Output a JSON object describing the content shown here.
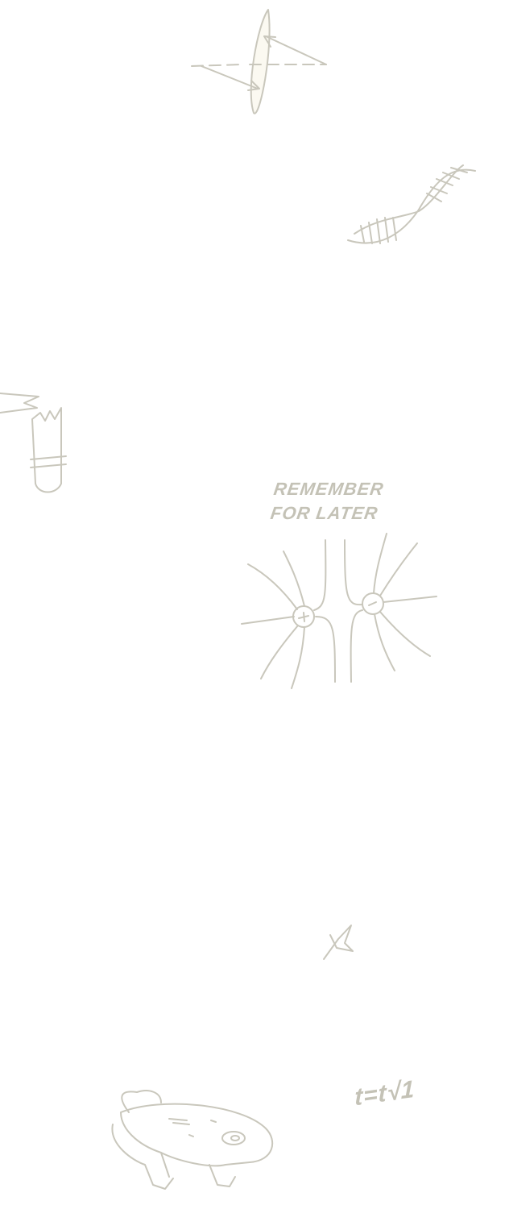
{
  "note": {
    "line1": "REMEMBER",
    "line2": "FOR LATER"
  },
  "equation": "t=t√1",
  "colors": {
    "ink": "#c9c7bc",
    "background": "#ffffff"
  }
}
